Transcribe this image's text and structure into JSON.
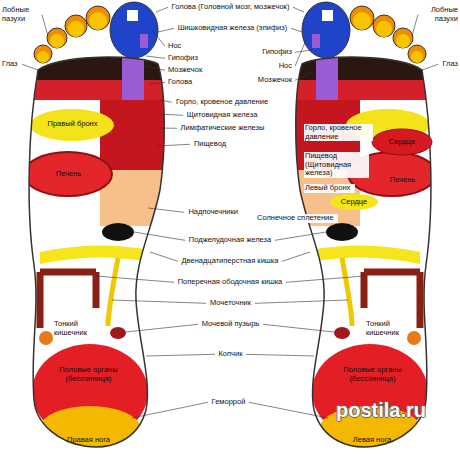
{
  "diagram": {
    "labels": [
      "Голова (Головной мозг, мозжечок)",
      "Лобные пазухи",
      "Лобные пазухи",
      "Шишковидная железа (эпифиз)",
      "Глаз",
      "Глаз",
      "Нос",
      "Гипофиз",
      "Гипофиз",
      "Нос",
      "Мозжечок",
      "Мозжечок",
      "Голова",
      "Горло, кровеное давление",
      "Щитовидная железа",
      "Правый бронх",
      "Горло, кровеное давление",
      "Лимфатические железы",
      "Сердце",
      "Пищевод",
      "Пищевод (Щитовидная железа)",
      "Печень",
      "Печень",
      "Левый бронх",
      "Сердце",
      "Надпочечники",
      "Солнечное сплетение",
      "Поджелудочная железа",
      "Двенадцатиперстная кишка",
      "Поперечная ободочная кишка",
      "Мочеточник",
      "Тонкий кишечник",
      "Тонкий кишечник",
      "Мочевой пузырь",
      "Копчик",
      "Половые органы (бессонница)",
      "Половые органы (бессонница)",
      "Геморрой",
      "postila.ru",
      "Правая нога",
      "Левая нога"
    ]
  }
}
